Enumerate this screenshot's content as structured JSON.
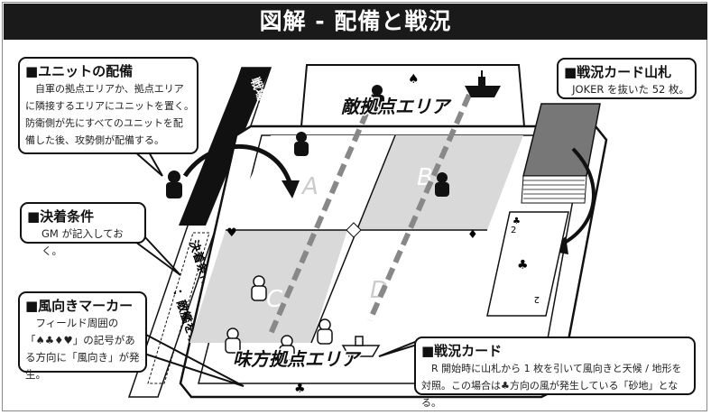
{
  "title": "図解 - 配備と戦況",
  "callouts": {
    "unit_deploy": {
      "heading": "■ユニットの配備",
      "body": "　自軍の拠点エリアか、拠点エリアに隣接するエリアにユニットを置く。　防衛側が先にすべてのユニットを配備した後、攻勢側が配備する。"
    },
    "victory": {
      "heading": "■決着条件",
      "body": "GM が記入しておく。"
    },
    "wind_marker": {
      "heading": "■風向きマーカー",
      "body": "　フィールド周囲の「♠♣♦♥」の記号がある方向に「風向き」が発生。"
    },
    "deck": {
      "heading": "■戦況カード山札",
      "body": "JOKER を抜いた 52 枚。"
    },
    "situation_card": {
      "heading": "■戦況カード",
      "body": "　R 開始時に山札から 1 枚を引いて風向きと天候 / 地形を対照。この場合は♣方向の風が発生している「砂地」となる。"
    }
  },
  "sheet": {
    "title": "戦場管理シート",
    "victory_label": "決着条件",
    "victory_value": "：敵艦を撃墜"
  },
  "field": {
    "enemy_base": "敵拠点エリア",
    "ally_base": "味方拠点エリア",
    "areas": [
      "A",
      "B",
      "C",
      "D"
    ],
    "suits": {
      "top": "♠",
      "left": "♥",
      "right": "♦",
      "bottom": "♣"
    }
  },
  "card": {
    "rank": "2",
    "suit": "♣"
  },
  "colors": {
    "title_bg": "#1a1a1a",
    "area_gray": "#d9d9d9",
    "deck_gray": "#777777",
    "arrow_gray": "#888888"
  }
}
